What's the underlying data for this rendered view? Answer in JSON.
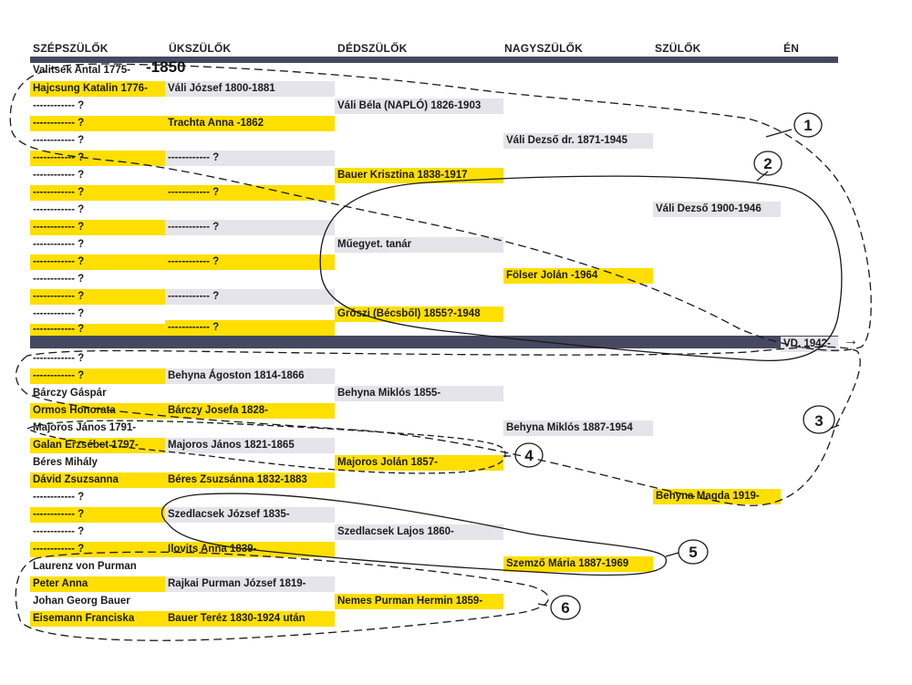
{
  "headers": [
    "SZÉPSZÜLŐK",
    "ÜKSZÜLŐK",
    "DÉDSZÜLŐK",
    "NAGYSZÜLŐK",
    "SZÜLŐK",
    "ÉN"
  ],
  "big_year": "-1850",
  "arrow": "→",
  "circle_numbers": [
    "1",
    "2",
    "3",
    "4",
    "5",
    "6"
  ],
  "col1": [
    "Valitsek Antal 1775-",
    "Hajcsung Katalin 1776-",
    "------------ ?",
    "------------ ?",
    "------------ ?",
    "------------ ?",
    "------------ ?",
    "------------ ?",
    "------------ ?",
    "------------ ?",
    "------------ ?",
    "------------ ?",
    "------------ ?",
    "------------ ?",
    "------------ ?",
    "------------ ?",
    "------------ ?",
    "------------ ?",
    "Bárczy Gáspár",
    "Ormos Honorata",
    "Majoros János 1791-",
    "Galan Erzsébet 1797-",
    "Béres Mihály",
    "Dávid Zsuzsanna",
    "------------ ?",
    "------------ ?",
    "------------ ?",
    "------------ ?",
    "Laurenz von Purman",
    "Peter Anna",
    "Johan Georg Bauer",
    "Eisemann Franciska"
  ],
  "col2": [
    "Váli József 1800-1881",
    "Trachta Anna -1862",
    "------------ ?",
    "------------ ?",
    "------------ ?",
    "------------ ?",
    "------------ ?",
    "------------ ?",
    "Behyna Ágoston 1814-1866",
    "Bárczy Josefa 1828-",
    "Majoros János 1821-1865",
    "Béres Zsuzsánna 1832-1883",
    "Szedlacsek József 1835-",
    "Ilovits Anna 1839-",
    "Rajkai Purman József 1819-",
    "Bauer Teréz 1830-1924 után"
  ],
  "col3": [
    "Váli Béla (NAPLÓ) 1826-1903",
    "Bauer Krisztina 1838-1917",
    "Műegyet. tanár",
    "Grószi (Bécsből) 1855?-1948",
    "Behyna Miklós 1855-",
    "Majoros Jolán 1857-",
    "Szedlacsek Lajos 1860-",
    "Nemes Purman Hermin 1859-"
  ],
  "col4": [
    "Váli Dezső dr. 1871-1945",
    "Fölser Jolán -1964",
    "Behyna Miklós 1887-1954",
    "Szemző Mária 1887-1969"
  ],
  "col5": [
    "Váli Dezső 1900-1946",
    "Behyna Magda 1919-"
  ],
  "col6": [
    "VD. 1942-"
  ]
}
